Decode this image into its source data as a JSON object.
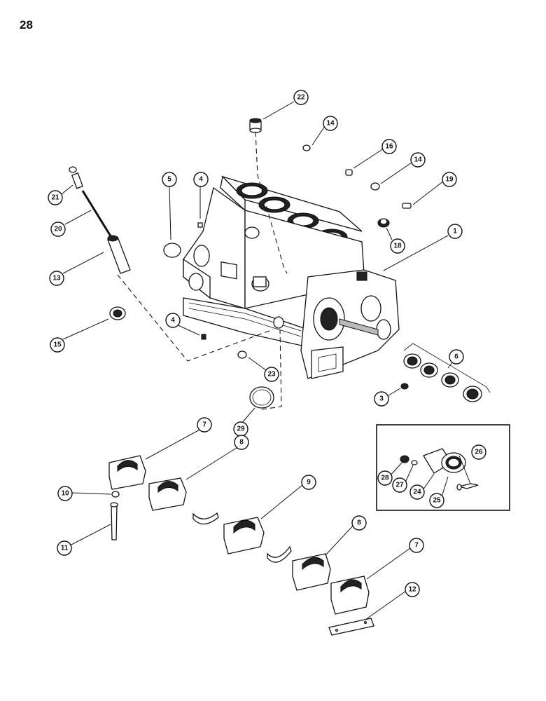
{
  "page": {
    "number": "28"
  },
  "callouts": [
    {
      "label": "22"
    },
    {
      "label": "14"
    },
    {
      "label": "16"
    },
    {
      "label": "14"
    },
    {
      "label": "19"
    },
    {
      "label": "5"
    },
    {
      "label": "4"
    },
    {
      "label": "21"
    },
    {
      "label": "20"
    },
    {
      "label": "13"
    },
    {
      "label": "18"
    },
    {
      "label": "1"
    },
    {
      "label": "15"
    },
    {
      "label": "4"
    },
    {
      "label": "6"
    },
    {
      "label": "23"
    },
    {
      "label": "3"
    },
    {
      "label": "29"
    },
    {
      "label": "7"
    },
    {
      "label": "8"
    },
    {
      "label": "26"
    },
    {
      "label": "28"
    },
    {
      "label": "27"
    },
    {
      "label": "24"
    },
    {
      "label": "25"
    },
    {
      "label": "10"
    },
    {
      "label": "9"
    },
    {
      "label": "11"
    },
    {
      "label": "8"
    },
    {
      "label": "7"
    },
    {
      "label": "12"
    }
  ]
}
